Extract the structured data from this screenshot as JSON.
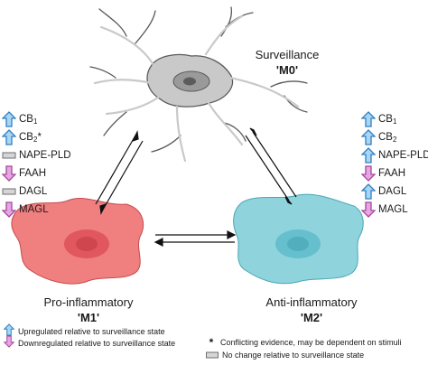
{
  "states": {
    "m0": {
      "label": "Surveillance",
      "code": "'M0'",
      "color": "#c9c9c9",
      "nucleus": "#8a8a8a"
    },
    "m1": {
      "label": "Pro-inflammatory",
      "code": "'M1'",
      "color": "#f07f80",
      "nucleus": "#d9545a"
    },
    "m2": {
      "label": "Anti-inflammatory",
      "code": "'M2'",
      "color": "#8fd3dc",
      "nucleus": "#5bb6c6"
    }
  },
  "m1_markers": [
    {
      "symbol": "CB",
      "sub": "1",
      "suffix": "",
      "change": "up"
    },
    {
      "symbol": "CB",
      "sub": "2",
      "suffix": "*",
      "change": "up"
    },
    {
      "symbol": "NAPE-PLD",
      "sub": "",
      "suffix": "",
      "change": "none"
    },
    {
      "symbol": "FAAH",
      "sub": "",
      "suffix": "",
      "change": "down"
    },
    {
      "symbol": "DAGL",
      "sub": "",
      "suffix": "",
      "change": "none"
    },
    {
      "symbol": "MAGL",
      "sub": "",
      "suffix": "",
      "change": "down"
    }
  ],
  "m2_markers": [
    {
      "symbol": "CB",
      "sub": "1",
      "suffix": "",
      "change": "up"
    },
    {
      "symbol": "CB",
      "sub": "2",
      "suffix": "",
      "change": "up"
    },
    {
      "symbol": "NAPE-PLD",
      "sub": "",
      "suffix": "",
      "change": "up"
    },
    {
      "symbol": "FAAH",
      "sub": "",
      "suffix": "",
      "change": "down"
    },
    {
      "symbol": "DAGL",
      "sub": "",
      "suffix": "",
      "change": "up"
    },
    {
      "symbol": "MAGL",
      "sub": "",
      "suffix": "",
      "change": "down"
    }
  ],
  "legend": {
    "up": "Upregulated relative to surveillance state",
    "down": "Downregulated relative to surveillance state",
    "asterisk": "Conflicting evidence, may be dependent on stimuli",
    "asterisk_symbol": "*",
    "none": "No change relative to surveillance state"
  },
  "colors": {
    "up_fill": "#a9d6f5",
    "up_stroke": "#2f7fc1",
    "down_fill": "#e7a6e2",
    "down_stroke": "#a3479c",
    "none_fill": "#d6d6d6",
    "none_stroke": "#6f6f6f"
  }
}
